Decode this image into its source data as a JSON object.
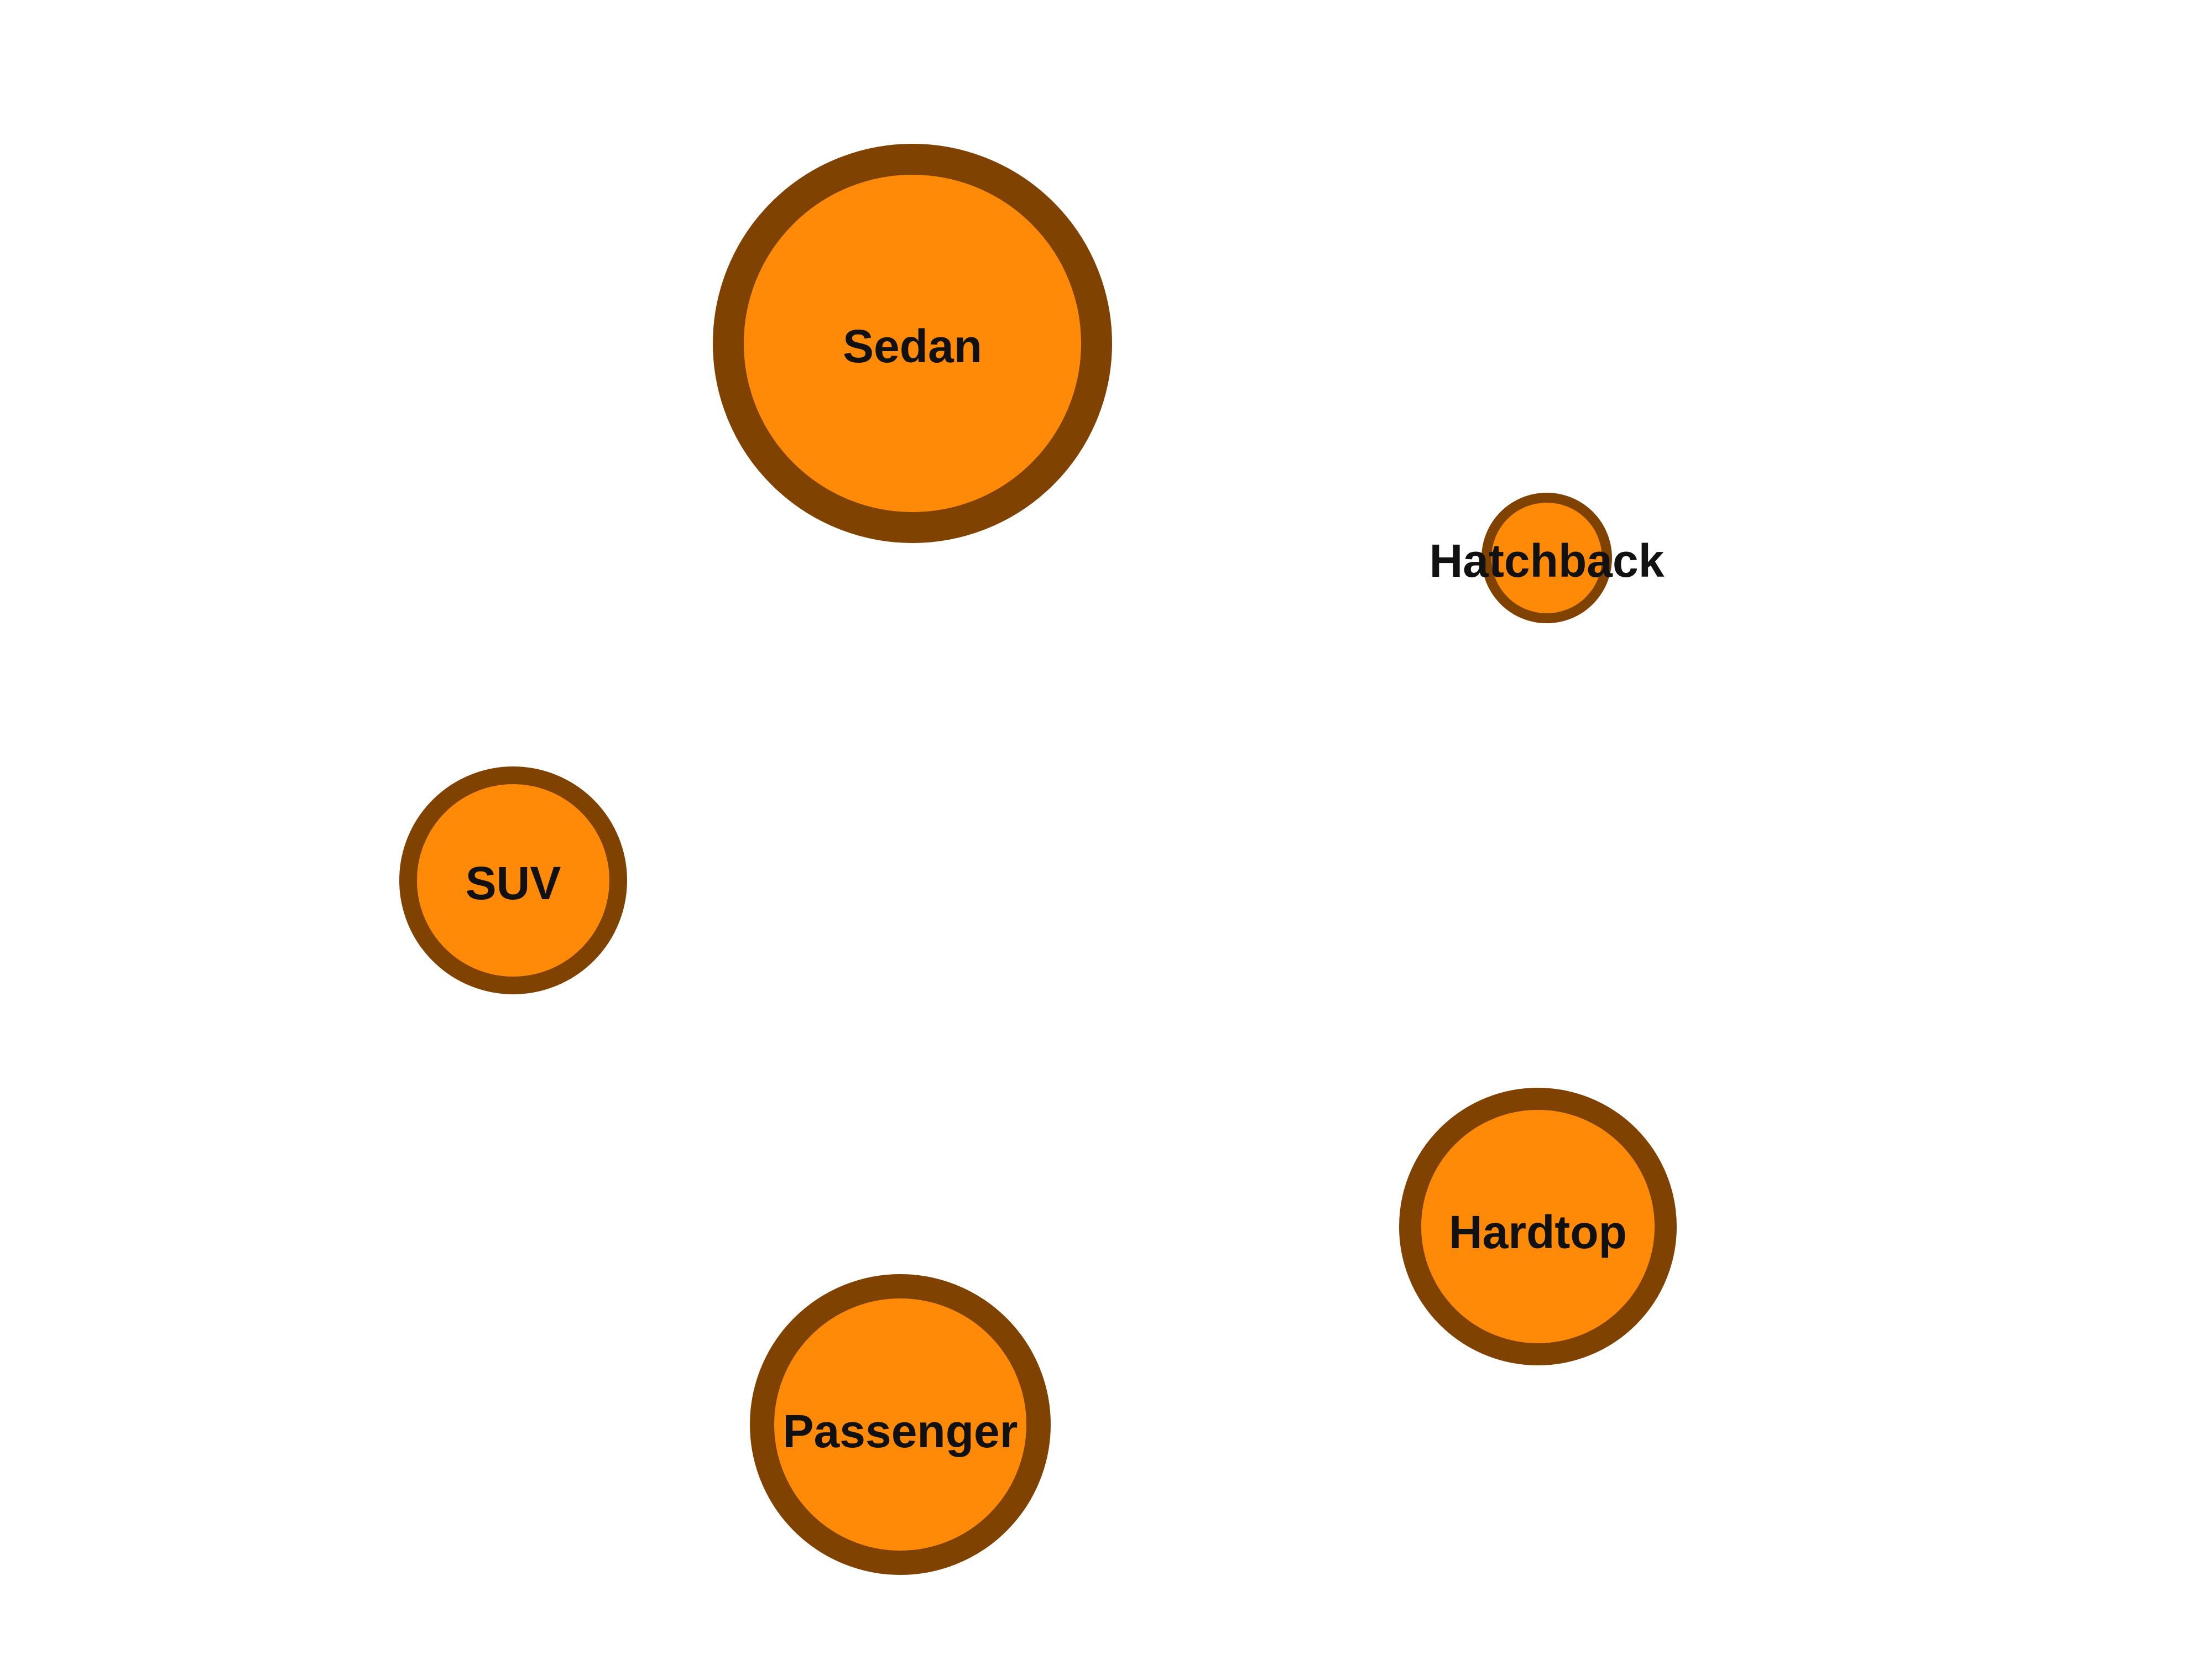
{
  "diagram": {
    "colors": {
      "background": "#ffffff",
      "node_fill": "#ff8a08",
      "node_stroke": "#7f4200",
      "label": "#111111"
    },
    "nodes": [
      {
        "id": "sedan",
        "label": "Sedan"
      },
      {
        "id": "hatchback",
        "label": "Hatchback"
      },
      {
        "id": "suv",
        "label": "SUV"
      },
      {
        "id": "hardtop",
        "label": "Hardtop"
      },
      {
        "id": "passenger",
        "label": "Passenger"
      }
    ]
  }
}
